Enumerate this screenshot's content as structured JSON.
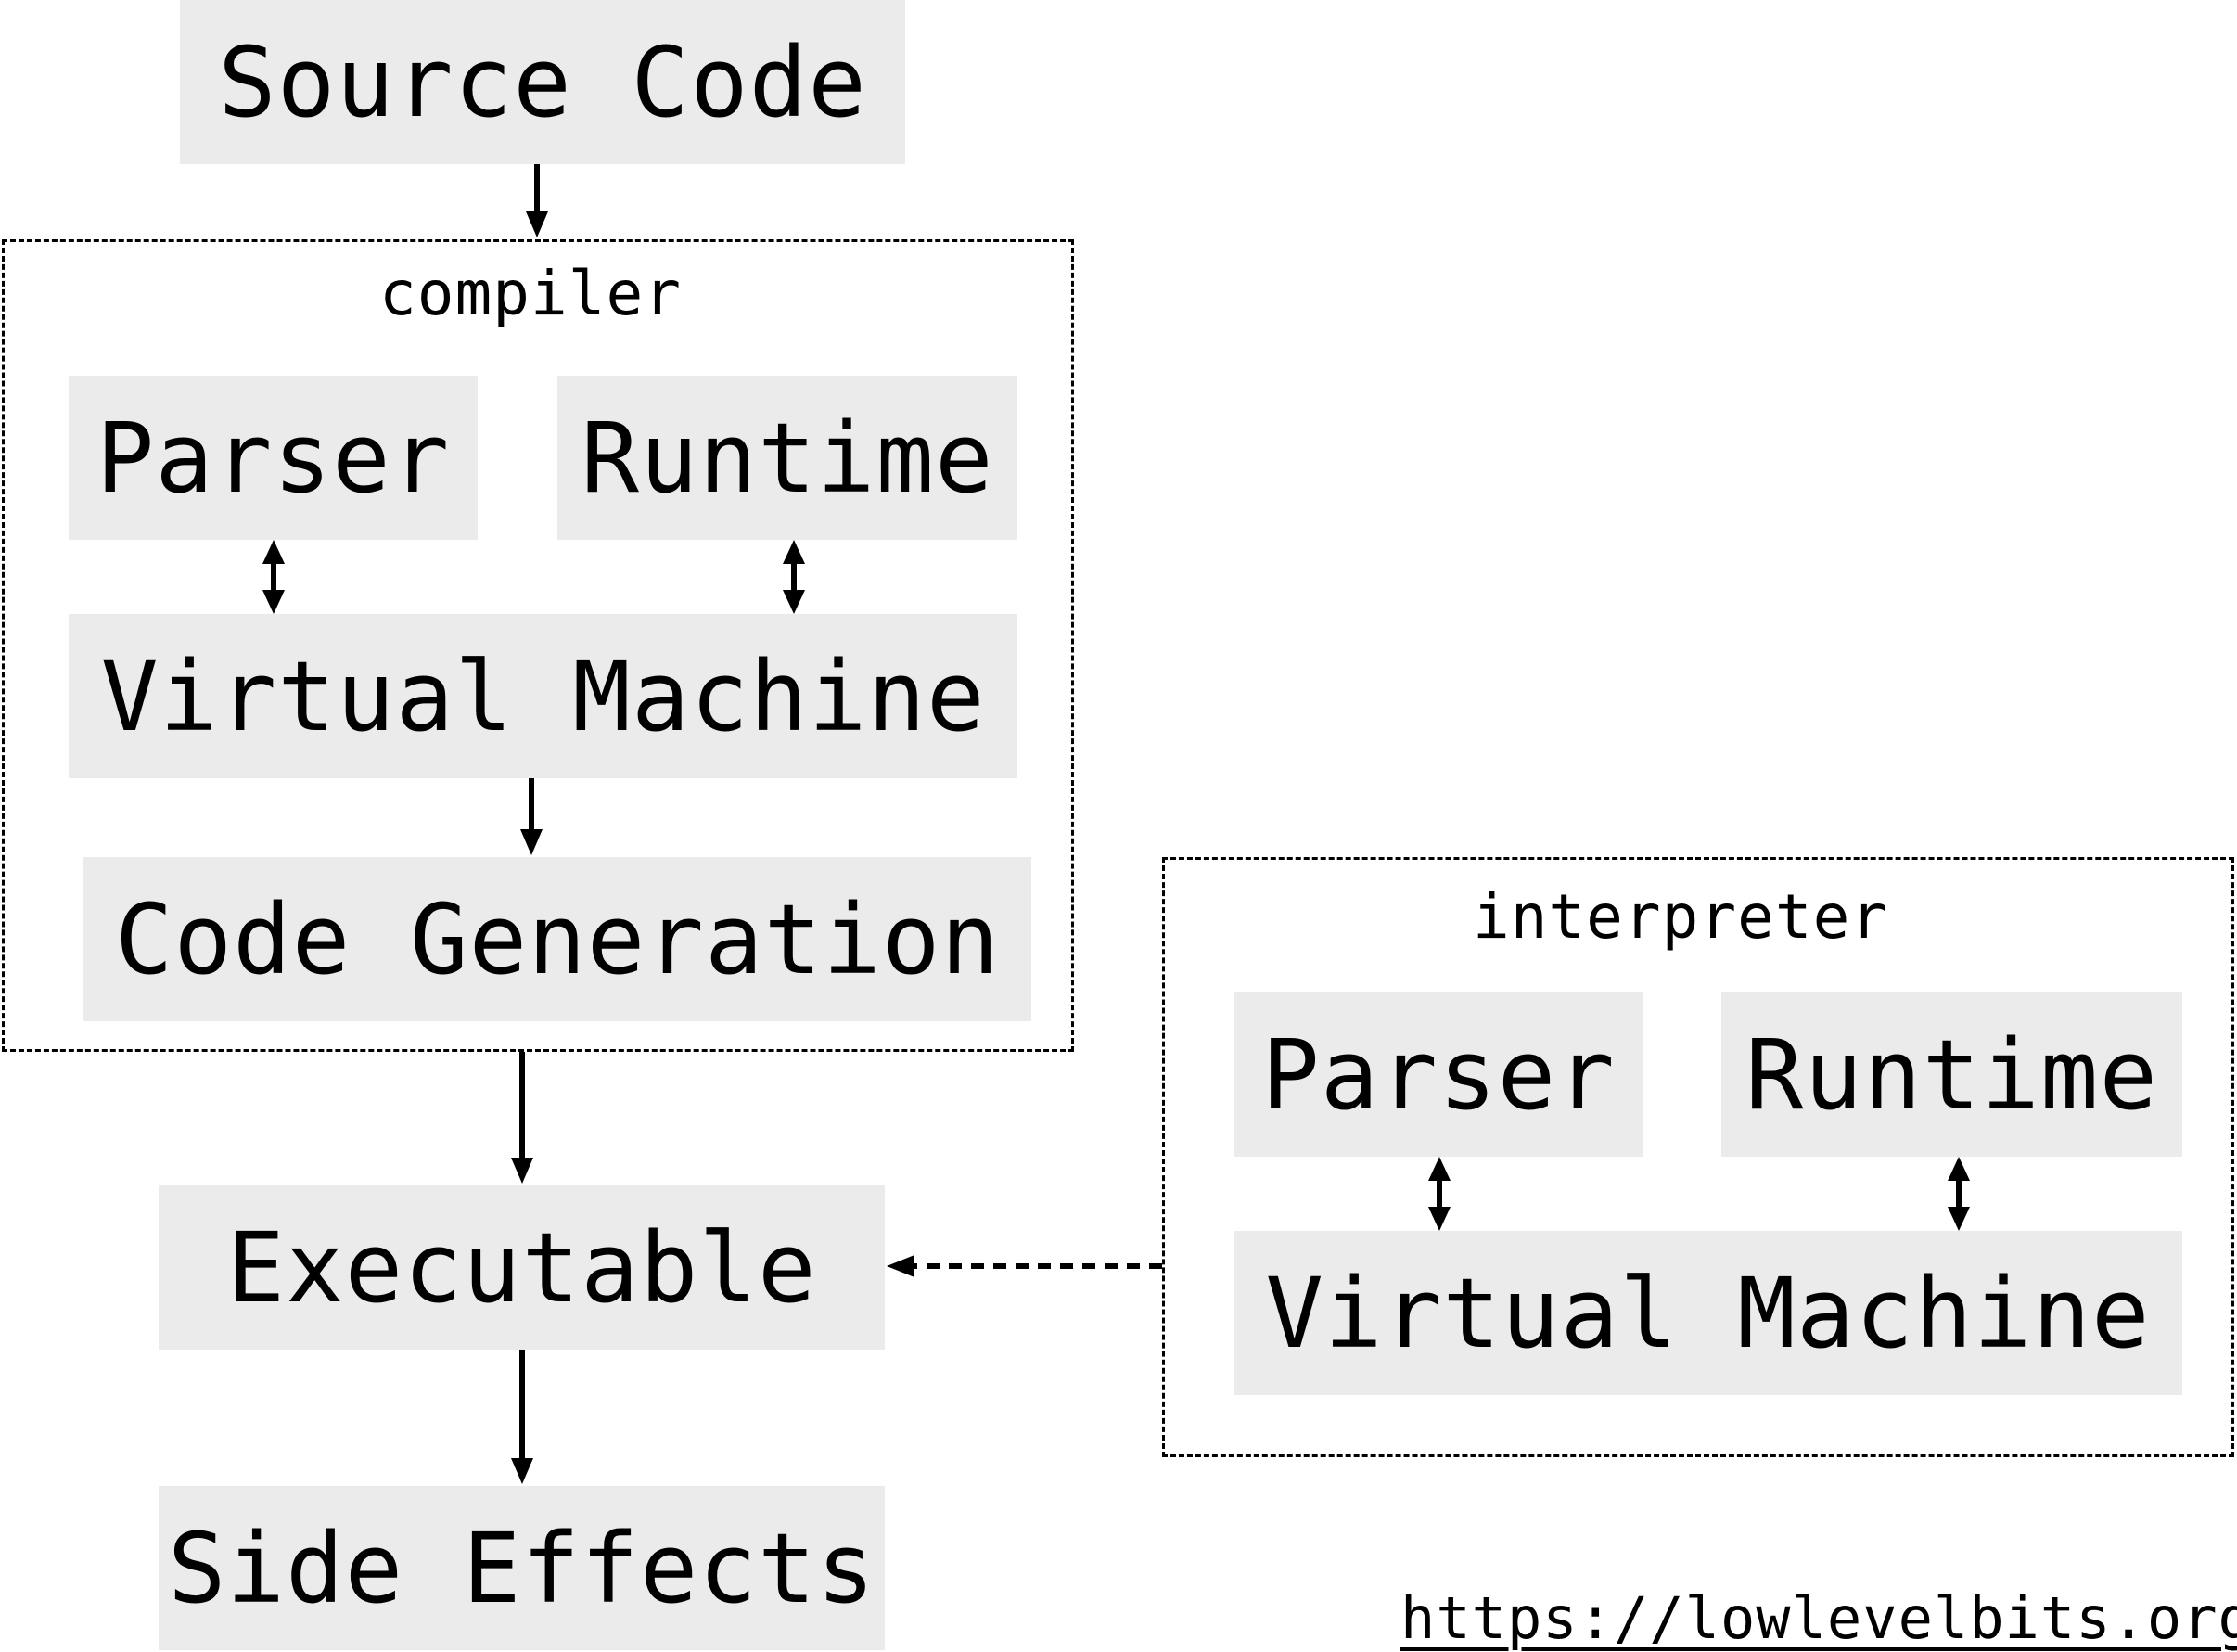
{
  "nodes": {
    "source_code": "Source Code",
    "compiler": {
      "label": "compiler",
      "parser": "Parser",
      "runtime": "Runtime",
      "virtual_machine": "Virtual Machine",
      "code_generation": "Code Generation"
    },
    "executable": "Executable",
    "side_effects": "Side Effects",
    "interpreter": {
      "label": "interpreter",
      "parser": "Parser",
      "runtime": "Runtime",
      "virtual_machine": "Virtual Machine"
    }
  },
  "footer": {
    "url": "https://lowlevelbits.org"
  }
}
